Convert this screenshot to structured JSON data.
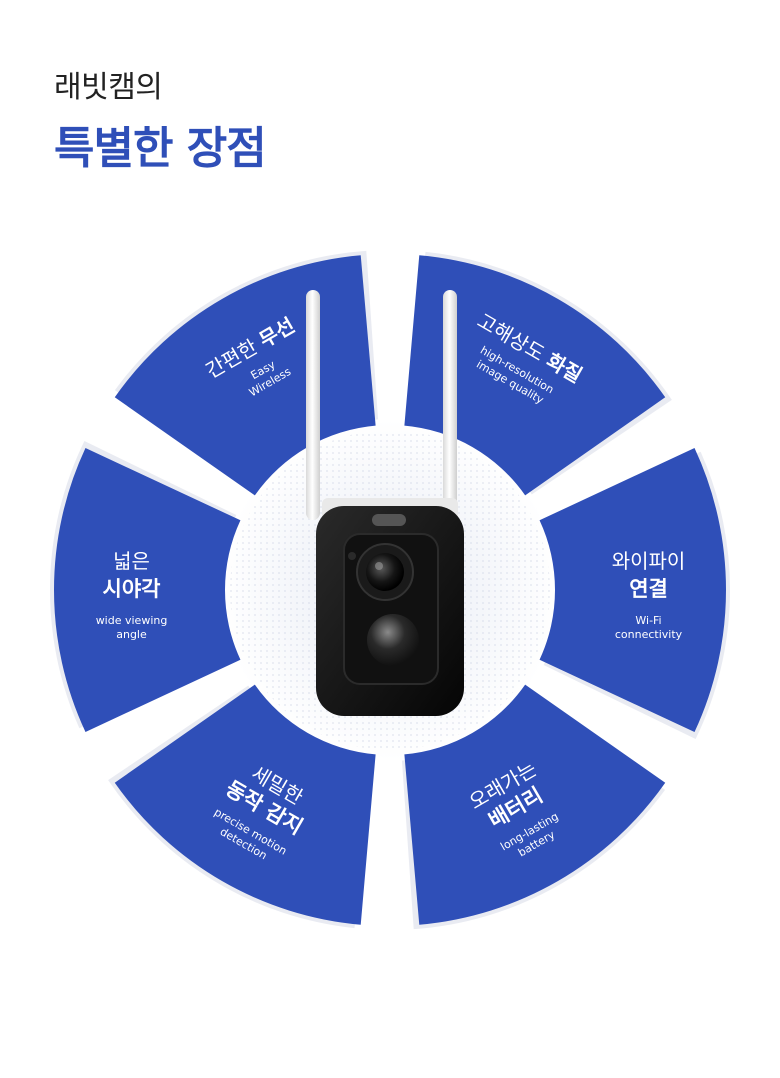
{
  "header": {
    "eyebrow": "래빗캠의",
    "headline": "특별한 장점"
  },
  "colors": {
    "accent": "#2f4fb8",
    "segment": "#2f4fb8",
    "text_dark": "#222222"
  },
  "center_image": {
    "name": "camera-image",
    "antennas": 2
  },
  "features": [
    {
      "ko_light": "간편한",
      "ko_bold": "무선",
      "en": [
        "Easy",
        "Wireless"
      ]
    },
    {
      "ko_light": "고해상도",
      "ko_bold": "화질",
      "en": [
        "high-resolution",
        "image quality"
      ]
    },
    {
      "ko_light": "와이파이",
      "ko_bold": "연결",
      "en": [
        "Wi-Fi",
        "connectivity"
      ]
    },
    {
      "ko_light": "오래가는",
      "ko_bold": "배터리",
      "en": [
        "long-lasting",
        "battery"
      ]
    },
    {
      "ko_light": "세밀한",
      "ko_bold": "동작 감지",
      "en": [
        "precise motion",
        "detection"
      ]
    },
    {
      "ko_light": "넓은",
      "ko_bold": "시야각",
      "en": [
        "wide viewing",
        "angle"
      ]
    }
  ]
}
